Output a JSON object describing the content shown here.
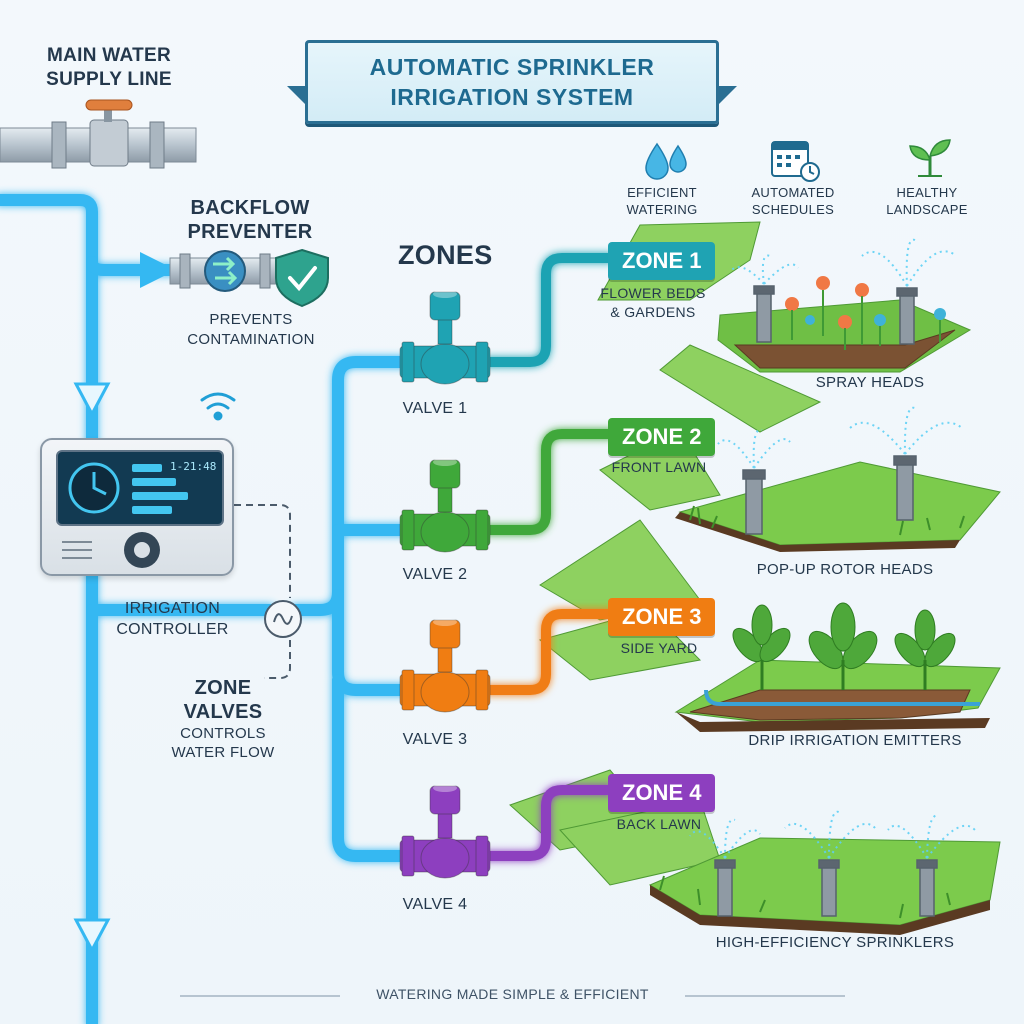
{
  "title": {
    "line1": "AUTOMATIC SPRINKLER",
    "line2": "IRRIGATION SYSTEM"
  },
  "main_supply": {
    "line1": "MAIN WATER",
    "line2": "SUPPLY LINE"
  },
  "backflow": {
    "line1": "BACKFLOW",
    "line2": "PREVENTER",
    "desc1": "PREVENTS",
    "desc2": "CONTAMINATION"
  },
  "controller": {
    "label1": "IRRIGATION",
    "label2": "CONTROLLER",
    "clock": "1-21:48"
  },
  "zone_valves": {
    "line1": "ZONE",
    "line2": "VALVES",
    "desc1": "CONTROLS",
    "desc2": "WATER FLOW"
  },
  "zones_heading": "ZONES",
  "benefits": [
    {
      "icon": "water-drops-icon",
      "line1": "EFFICIENT",
      "line2": "WATERING"
    },
    {
      "icon": "calendar-clock-icon",
      "line1": "AUTOMATED",
      "line2": "SCHEDULES"
    },
    {
      "icon": "plant-icon",
      "line1": "HEALTHY",
      "line2": "LANDSCAPE"
    }
  ],
  "valves": [
    "VALVE 1",
    "VALVE 2",
    "VALVE 3",
    "VALVE 4"
  ],
  "zones": [
    {
      "tag": "ZONE 1",
      "area1": "FLOWER BEDS",
      "area2": "& GARDENS",
      "head": "SPRAY HEADS",
      "color": "#1fa3b3"
    },
    {
      "tag": "ZONE 2",
      "area1": "FRONT LAWN",
      "area2": "",
      "head": "POP-UP ROTOR HEADS",
      "color": "#3fa83a"
    },
    {
      "tag": "ZONE 3",
      "area1": "SIDE YARD",
      "area2": "",
      "head": "DRIP IRRIGATION EMITTERS",
      "color": "#f07d12"
    },
    {
      "tag": "ZONE 4",
      "area1": "BACK LAWN",
      "area2": "",
      "head": "HIGH-EFFICIENCY SPRINKLERS",
      "color": "#8d3fbf"
    }
  ],
  "footer": "WATERING MADE SIMPLE & EFFICIENT",
  "colors": {
    "water": "#34b8f2",
    "zone1": "#1fa3b3",
    "zone2": "#3fa83a",
    "zone3": "#f07d12",
    "zone4": "#8d3fbf"
  }
}
